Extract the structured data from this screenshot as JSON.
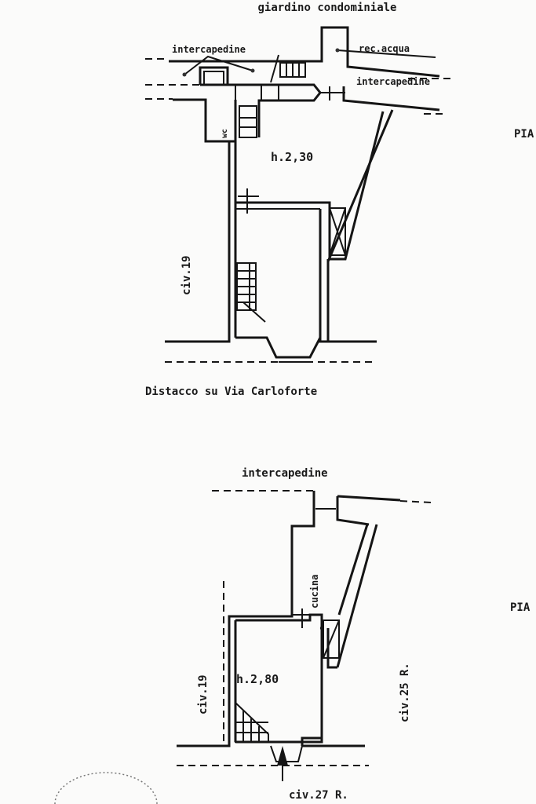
{
  "upper_plan": {
    "top_label": "giardino condominiale",
    "label_intercapedine_left": "intercapedine",
    "label_rec_acqua": "rec.acqua",
    "label_intercapedine_right": "intercapedine",
    "label_wc": "wc",
    "label_height": "h.2,30",
    "label_civ": "civ.19",
    "side_label": "PIA",
    "caption": "Distacco su Via Carloforte"
  },
  "lower_plan": {
    "top_label": "intercapedine",
    "label_cucina": "cucina",
    "label_height": "h.2,80",
    "label_civ_left": "civ.19",
    "label_civ_right": "civ.25 R.",
    "label_civ_bottom": "civ.27 R.",
    "side_label": "PIA"
  }
}
